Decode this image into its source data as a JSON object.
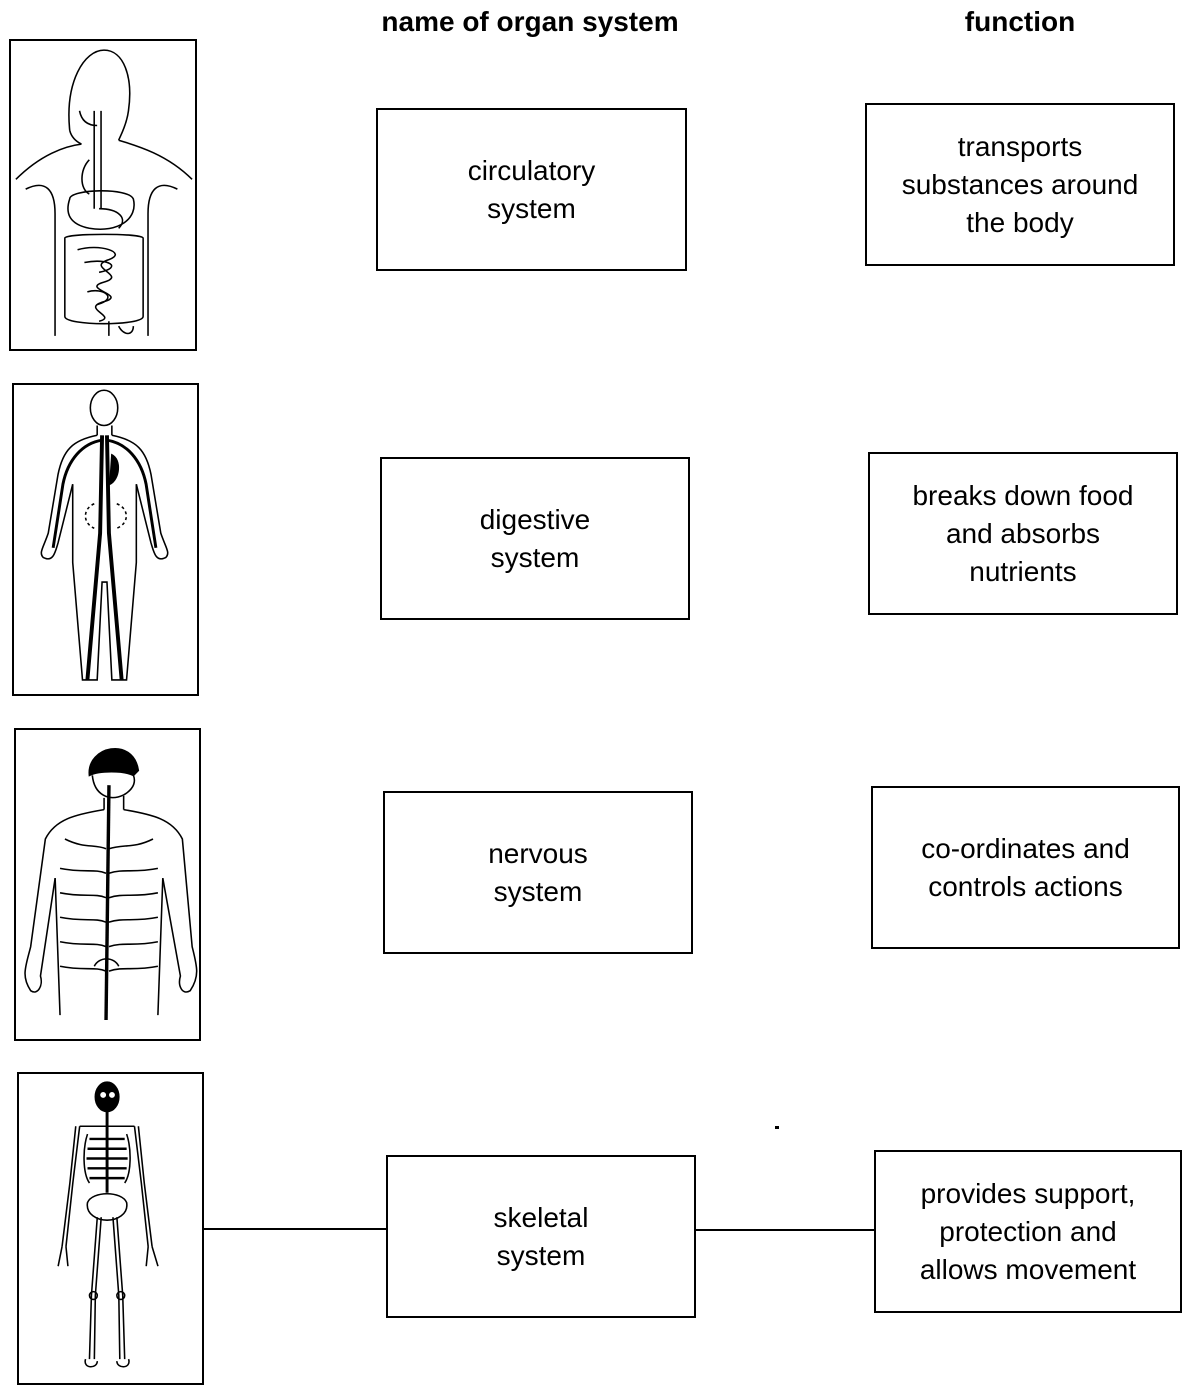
{
  "headers": {
    "name_column": "name of organ system",
    "function_column": "function"
  },
  "illustrations": [
    {
      "icon": "digestive-system-diagram-icon"
    },
    {
      "icon": "circulatory-system-diagram-icon"
    },
    {
      "icon": "nervous-system-diagram-icon"
    },
    {
      "icon": "skeletal-system-diagram-icon"
    }
  ],
  "names": [
    "circulatory\nsystem",
    "digestive\nsystem",
    "nervous\nsystem",
    "skeletal\nsystem"
  ],
  "functions": [
    "transports\nsubstances around\nthe body",
    "breaks down food\nand absorbs\nnutrients",
    "co-ordinates and\ncontrols actions",
    "provides support,\nprotection and\nallows movement"
  ]
}
